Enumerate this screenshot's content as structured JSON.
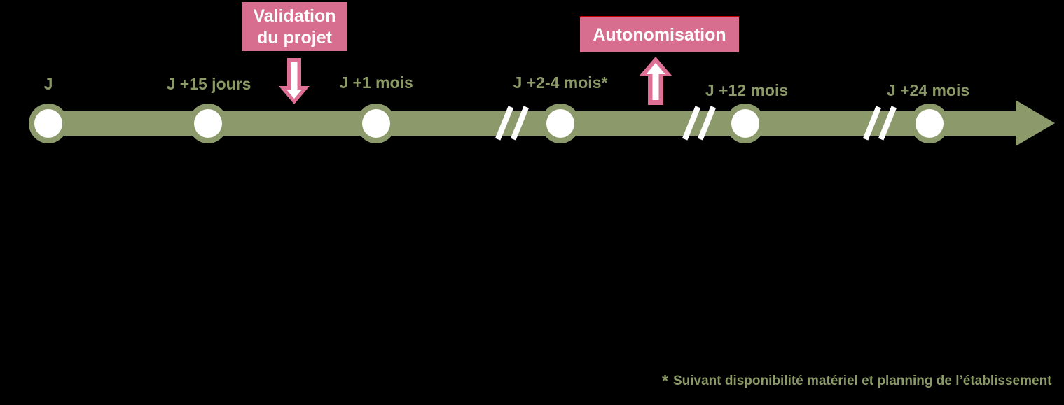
{
  "colors": {
    "background": "#000000",
    "timeline_olive": "#8C9A6B",
    "label_olive": "#8A9966",
    "callout_pink": "#D76D8F",
    "arrow_pink": "#DE7096",
    "break_mark_white": "#FFFFFF",
    "callout_top_accent_red": "#C00000",
    "circle_fill_white": "#FFFFFF"
  },
  "timeline": {
    "milestones": [
      {
        "label": "J"
      },
      {
        "label": "J +15 jours"
      },
      {
        "label": "J +1 mois"
      },
      {
        "label": "J +2-4 mois*"
      },
      {
        "label": "J +12 mois"
      },
      {
        "label": "J +24 mois"
      }
    ],
    "break_count": 3
  },
  "callouts": {
    "validation": {
      "line1": "Validation",
      "line2": "du projet",
      "direction": "down"
    },
    "autonomisation": {
      "label": "Autonomisation",
      "direction": "up"
    }
  },
  "footnote": {
    "marker": "*",
    "text": "Suivant disponibilité matériel et planning de l’établissement"
  }
}
